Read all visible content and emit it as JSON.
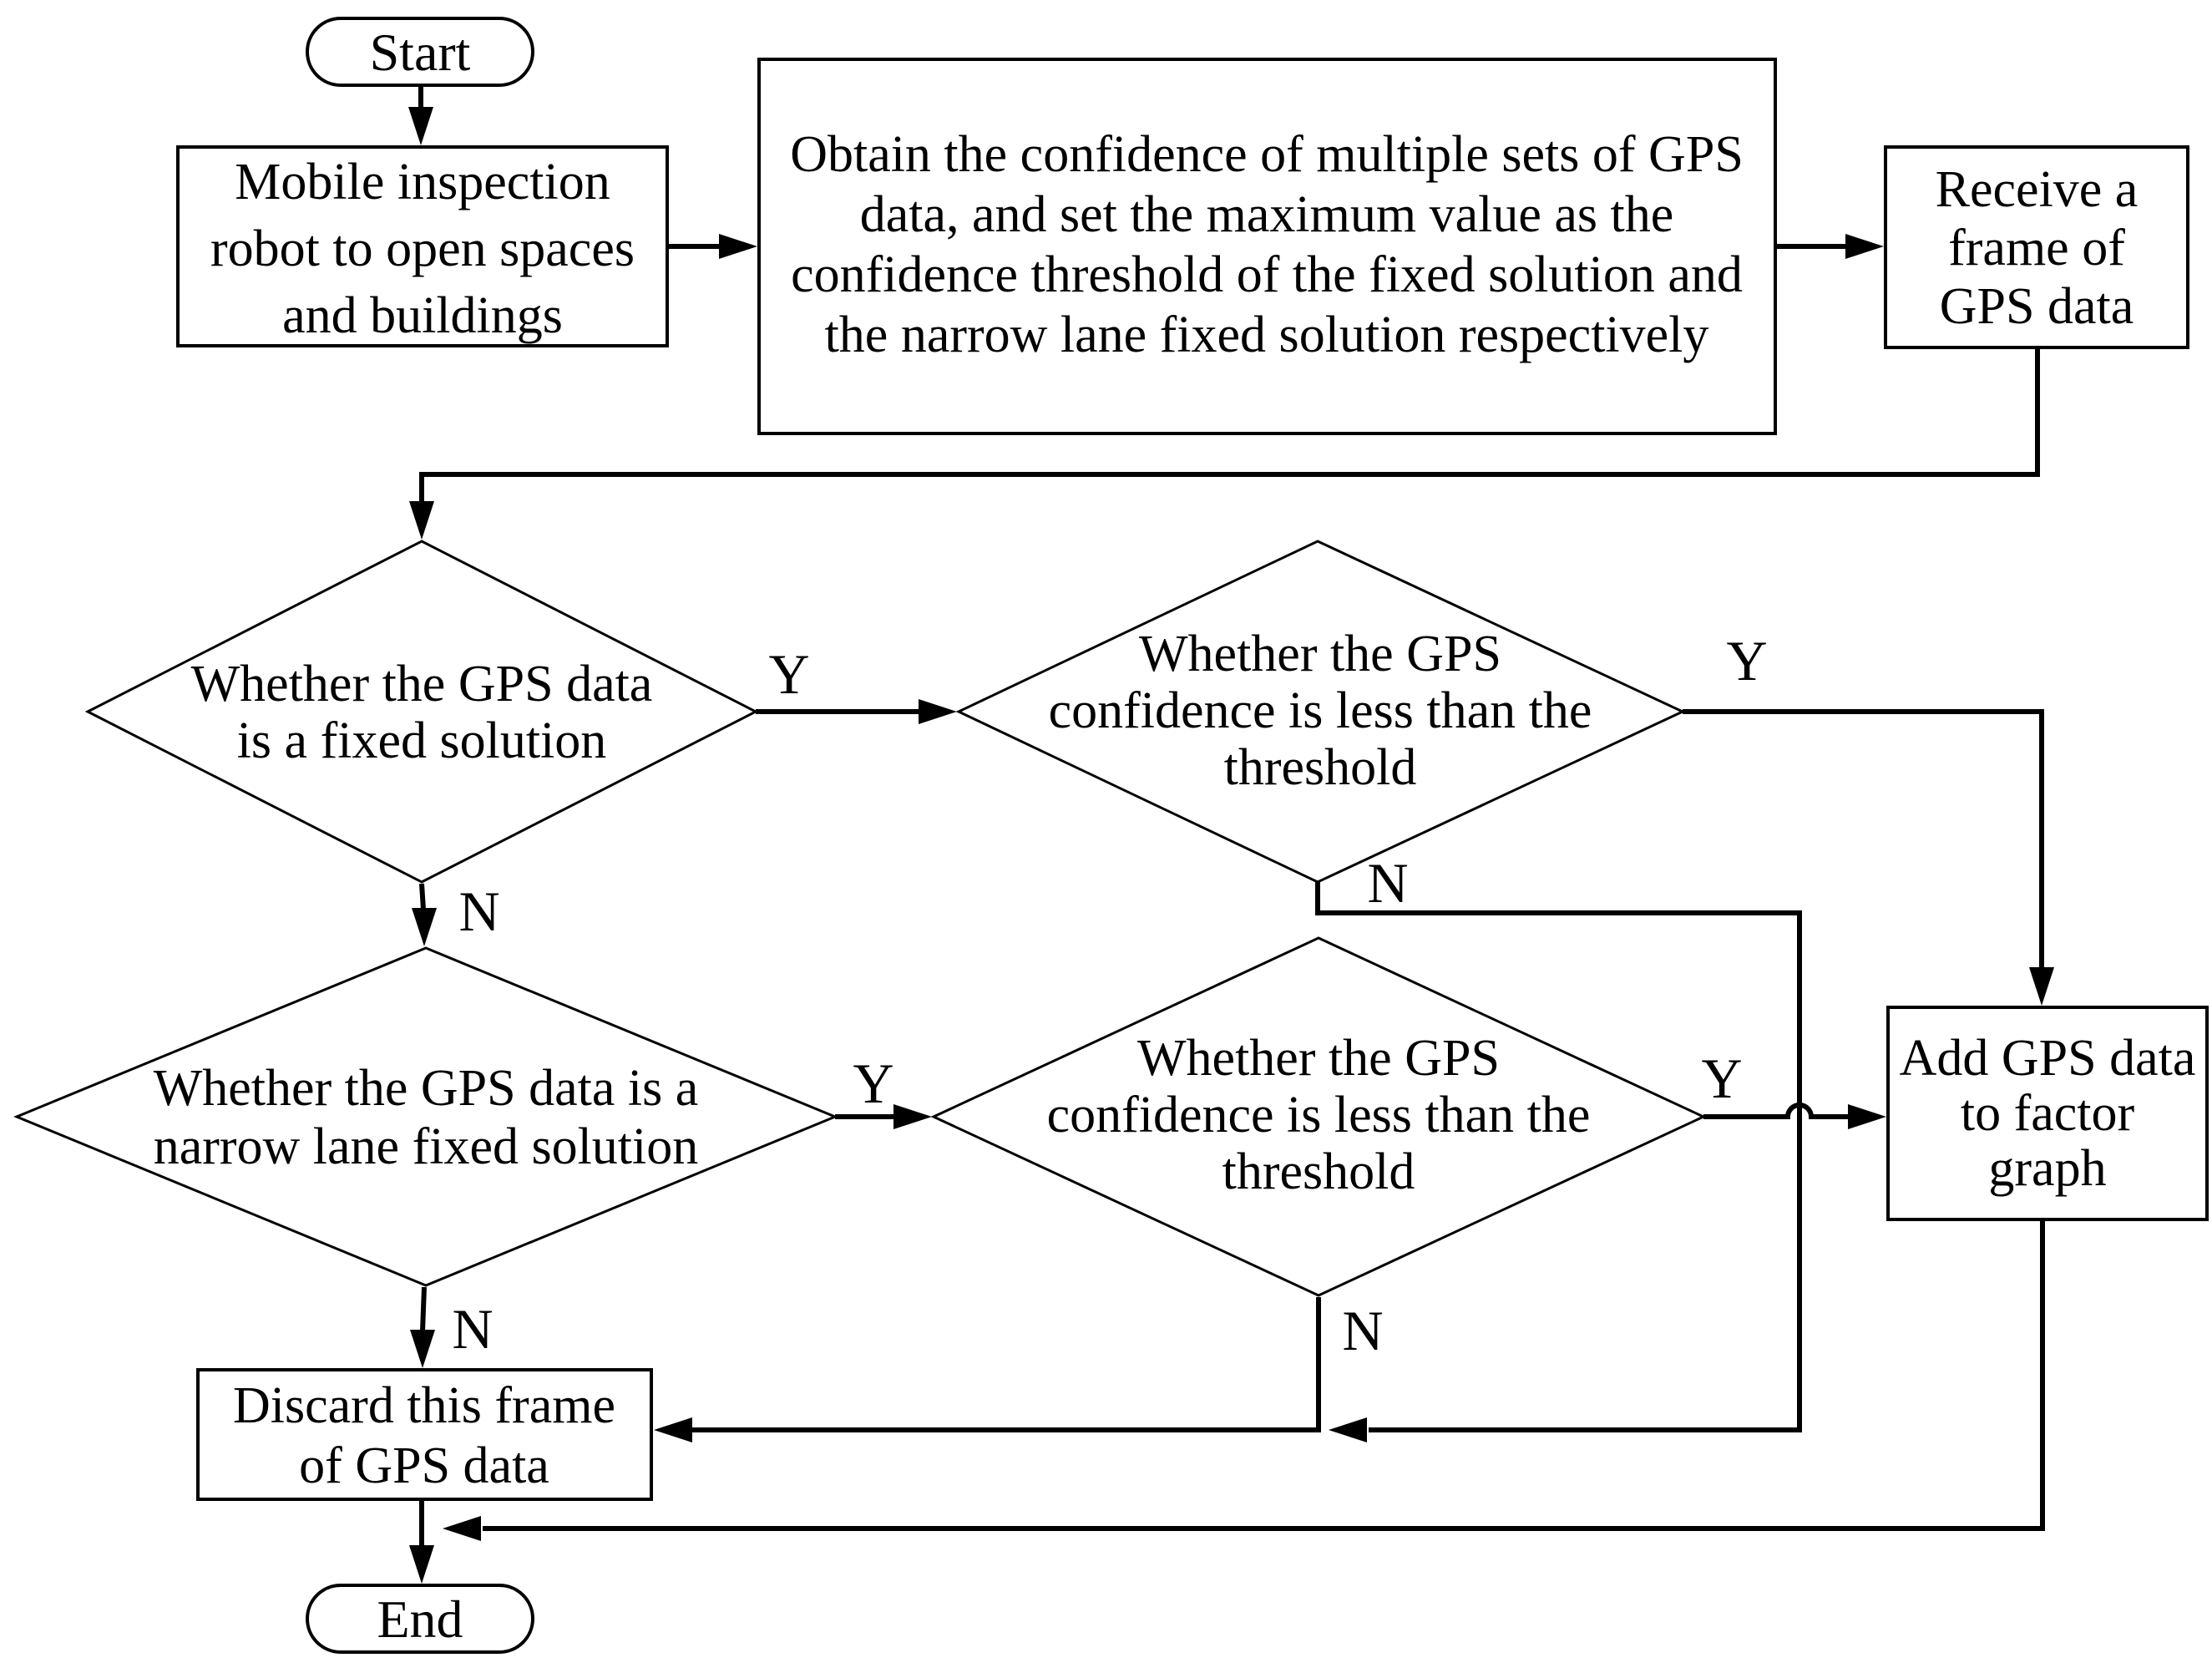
{
  "colors": {
    "ink": "#000000",
    "background": "#ffffff"
  },
  "nodes": {
    "start": {
      "label": "Start"
    },
    "deploy_robot": {
      "lines": [
        "Mobile inspection",
        "robot to open spaces",
        "and buildings"
      ]
    },
    "obtain_confidence": {
      "lines": [
        "Obtain the confidence of multiple sets of GPS",
        "data, and set the maximum value as the",
        "confidence threshold of the fixed solution and",
        "the narrow lane fixed solution respectively"
      ]
    },
    "receive_frame": {
      "lines": [
        "Receive a",
        "frame of",
        "GPS data"
      ]
    },
    "is_fixed_solution": {
      "lines": [
        "Whether the GPS data",
        "is a fixed solution"
      ]
    },
    "fixed_confidence_check": {
      "lines": [
        "Whether the GPS",
        "confidence is less than the",
        "threshold"
      ]
    },
    "is_narrow_lane": {
      "lines": [
        "Whether the GPS data is a",
        "narrow lane fixed solution"
      ]
    },
    "narrow_confidence_check": {
      "lines": [
        "Whether the GPS",
        "confidence is less than the",
        "threshold"
      ]
    },
    "add_to_factor_graph": {
      "lines": [
        "Add GPS data",
        "to factor",
        "graph"
      ]
    },
    "discard_frame": {
      "lines": [
        "Discard this frame",
        "of GPS data"
      ]
    },
    "end": {
      "label": "End"
    }
  },
  "edge_labels": {
    "fixed_yes": "Y",
    "fixed_no": "N",
    "fixed_conf_yes": "Y",
    "fixed_conf_no": "N",
    "narrow_yes": "Y",
    "narrow_no": "N",
    "narrow_conf_yes": "Y",
    "narrow_conf_no": "N"
  }
}
